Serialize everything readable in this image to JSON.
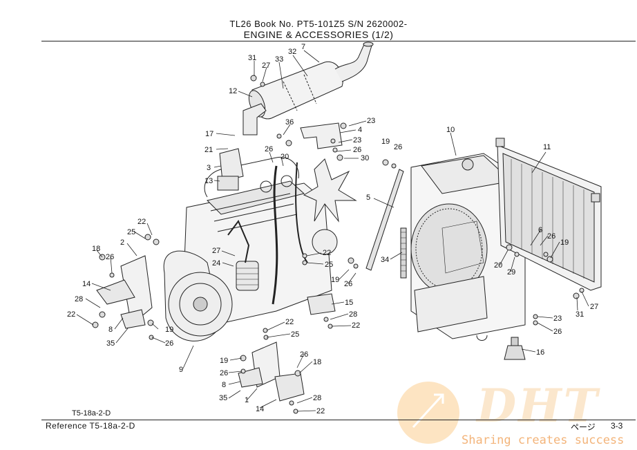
{
  "header": {
    "line1": "TL26   Book No.  PT5-101Z5   S/N 2620002-",
    "line2": "ENGINE & ACCESSORIES (1/2)"
  },
  "figure_code": "T5-18a-2-D",
  "footer": {
    "reference": "Reference    T5-18a-2-D",
    "page_label": "ページ",
    "page_number": "3-3"
  },
  "watermark": {
    "logo_text": "DHT",
    "tagline": "Sharing creates success"
  },
  "part_labels": [
    "31",
    "27",
    "33",
    "32",
    "7",
    "12",
    "36",
    "23",
    "4",
    "23",
    "26",
    "30",
    "17",
    "21",
    "20",
    "26",
    "3",
    "13",
    "10",
    "19",
    "26",
    "11",
    "5",
    "22",
    "25",
    "2",
    "18",
    "26",
    "14",
    "28",
    "22",
    "8",
    "35",
    "19",
    "26",
    "27",
    "24",
    "22",
    "25",
    "19",
    "26",
    "15",
    "28",
    "22",
    "34",
    "20",
    "29",
    "6",
    "26",
    "19",
    "9",
    "22",
    "25",
    "26",
    "18",
    "19",
    "26",
    "8",
    "35",
    "1",
    "28",
    "22",
    "14",
    "23",
    "26",
    "16",
    "31",
    "27"
  ]
}
